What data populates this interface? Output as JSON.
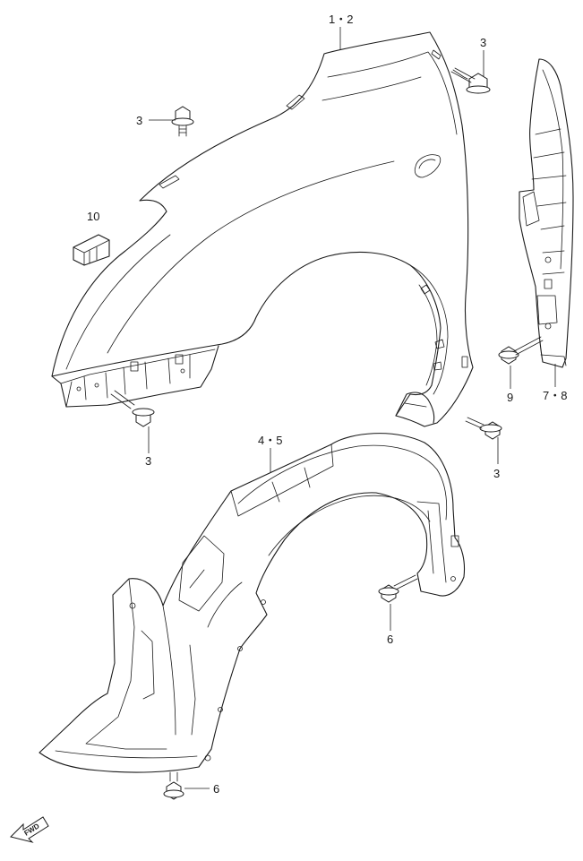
{
  "callouts": {
    "fender": "1・2",
    "bolt_fender_top": "3",
    "bolt_fender_upper": "3",
    "bolt_fender_lower": "3",
    "bolt_fender_rear": "3",
    "clip": "10",
    "bracket": "7・8",
    "bracket_bolt": "9",
    "liner": "4・5",
    "liner_screw_mid": "6",
    "liner_screw_bottom": "6"
  },
  "direction_badge": "FWD",
  "colors": {
    "line": "#1a1a1a",
    "background": "#ffffff"
  }
}
